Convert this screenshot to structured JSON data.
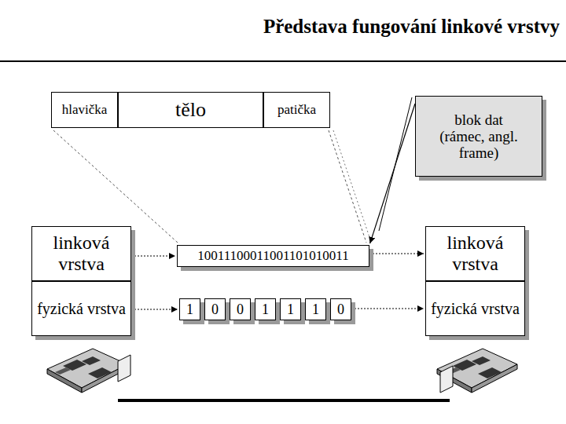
{
  "diagram": {
    "title": "Představa fungování linkové vrstvy",
    "nodes": [
      {
        "text": [
          "hlavička"
        ]
      },
      {
        "text": [
          "tělo"
        ]
      },
      {
        "text": [
          "patička"
        ]
      },
      {
        "text": [
          "blok dat (rámec, angl. frame)"
        ]
      },
      {
        "text": [
          "linková vrstva"
        ]
      },
      {
        "text": [
          "10011100011001101010011"
        ]
      },
      {
        "text": [
          "linková vrstva"
        ]
      },
      {
        "text": [
          "fyzická vrstva"
        ]
      },
      {
        "text": [
          "1"
        ]
      },
      {
        "text": [
          "0"
        ]
      },
      {
        "text": [
          "0"
        ]
      },
      {
        "text": [
          "1"
        ]
      },
      {
        "text": [
          "1"
        ]
      },
      {
        "text": [
          "1"
        ]
      },
      {
        "text": [
          "0"
        ]
      },
      {
        "text": [
          "fyzická vrstva"
        ]
      }
    ],
    "edges": [
      {
        "from": 4,
        "to": 5,
        "arrow": "to"
      },
      {
        "from": 5,
        "to": 6,
        "arrow": "to"
      },
      {
        "from": 7,
        "to": 8,
        "arrow": "to"
      },
      {
        "from": 14,
        "to": 15,
        "arrow": "to"
      },
      {
        "from": 3,
        "to": 5,
        "arrow": "to"
      }
    ]
  }
}
